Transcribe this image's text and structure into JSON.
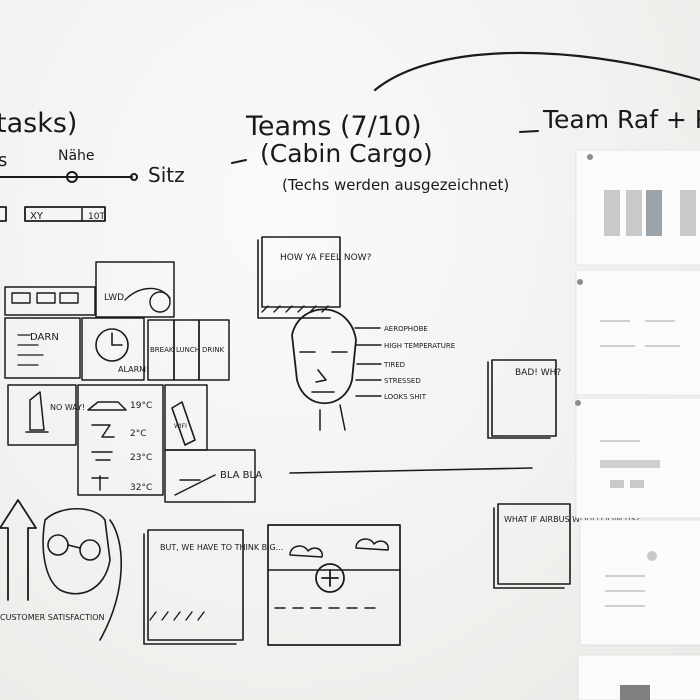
{
  "whiteboard": {
    "heading_left": "tasks)",
    "heading_teams": "Teams (7/10)",
    "heading_team_raf": "Team Raf + R",
    "teams_sub1": "(Cabin Cargo)",
    "teams_sub2": "(Techs werden ausgezeichnet)",
    "slider_left": "s",
    "slider_mid": "Nähe",
    "slider_right": "Sitz",
    "slider_box_left": "XY",
    "slider_box_right": "10T",
    "q_how": "HOW YA FEEL NOW?",
    "face_labels": [
      "AEROPHOBE",
      "HIGH TEMPERATURE",
      "TIRED",
      "STRESSED",
      "LOOKS SHIT"
    ],
    "bad_wh": "BAD! WH?",
    "what_if": "WHAT IF AIRBUS WOULD JOIN US?",
    "but_we": "BUT, WE HAVE TO THINK BIG...",
    "customer": "CUSTOMER SATISFACTION",
    "grid_darn": "DARN",
    "grid_alarm": "ALARM!",
    "grid_cards": [
      "BREAK",
      "LUNCH",
      "DRINK"
    ],
    "grid_no_way": "NO WAY!",
    "grid_temps": [
      "19°C",
      "2°C",
      "23°C",
      "32°C"
    ],
    "grid_bla": "BLA BLA",
    "grid_lwd": "LWD",
    "grid_wifi": "WIFI"
  }
}
